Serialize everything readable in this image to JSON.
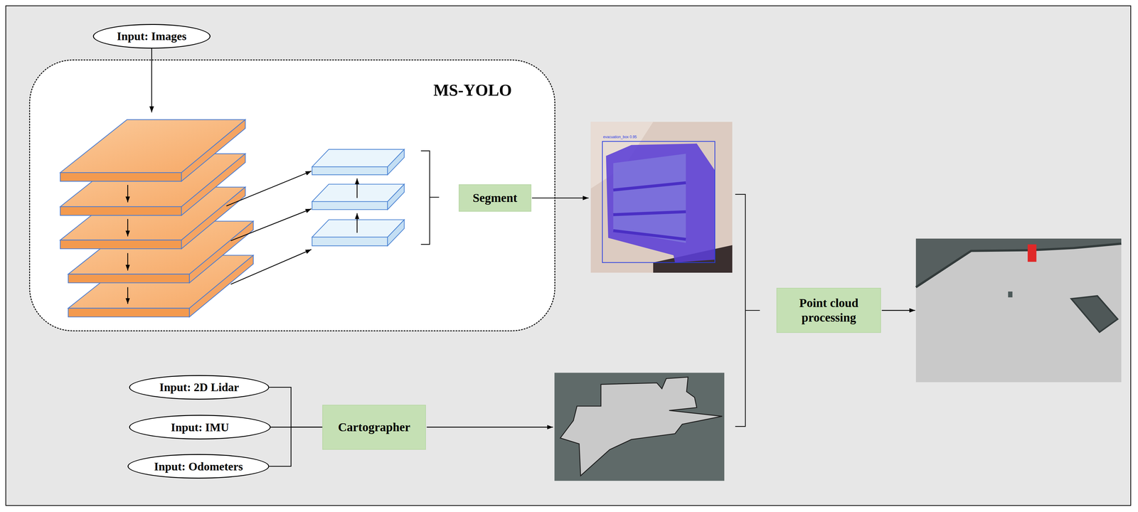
{
  "diagram": {
    "nodes": [
      {
        "text": [
          "Input: Images"
        ]
      },
      {
        "text": [
          "MS-YOLO"
        ]
      },
      {
        "text": [
          "Segment"
        ],
        "in": 1
      },
      {
        "text": [
          "Point cloud processing"
        ]
      },
      {
        "text": [
          "Input: 2D Lidar"
        ]
      },
      {
        "text": [
          "Input: IMU"
        ]
      },
      {
        "text": [
          "Input: Odometers"
        ]
      },
      {
        "text": [
          "Cartographer"
        ]
      }
    ],
    "edges": [
      {
        "from": 0,
        "to": 1,
        "arrow": "to"
      },
      {
        "from": 4,
        "to": 7,
        "arrow": "none"
      },
      {
        "from": 5,
        "to": 7,
        "arrow": "none"
      },
      {
        "from": 6,
        "to": 7,
        "arrow": "none"
      }
    ],
    "labels": [
      "evacuation_box 0.95"
    ]
  }
}
